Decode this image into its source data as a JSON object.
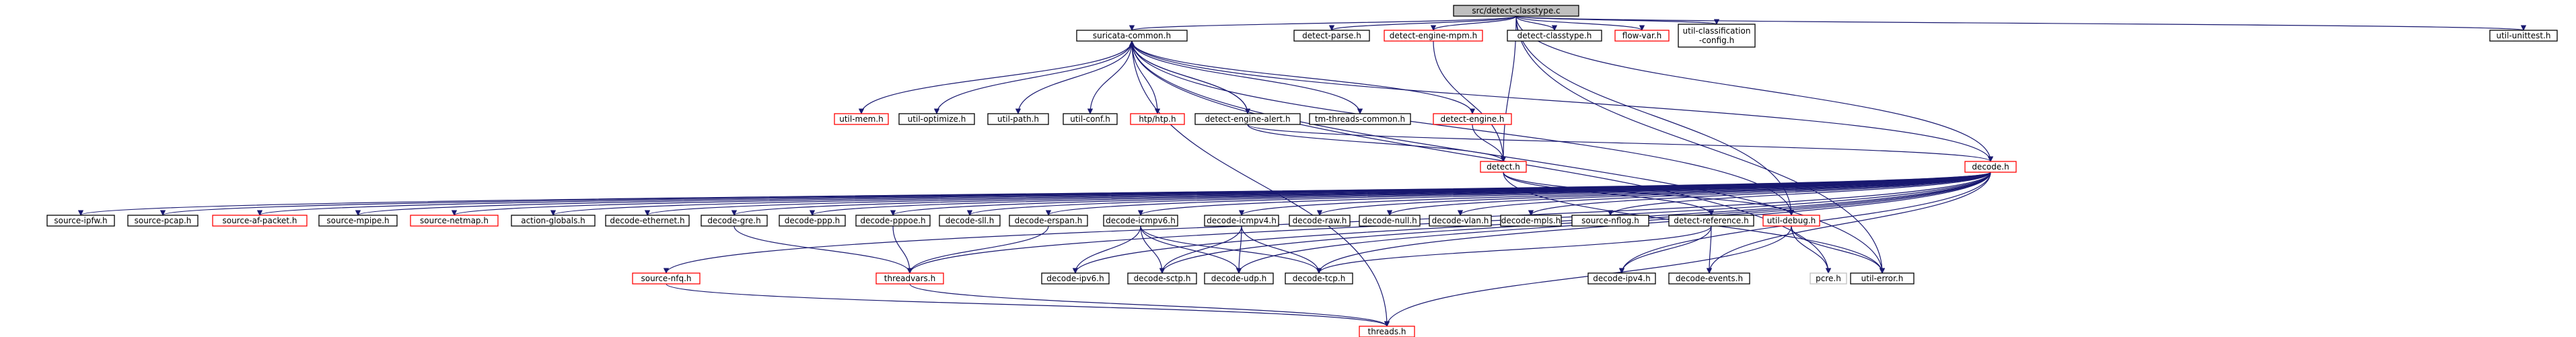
{
  "diagram": {
    "colors": {
      "edge": "#191970",
      "node_border": "#000000",
      "node_border_linked": "#ff0000",
      "node_border_external": "#bfbfbf",
      "root_fill": "#bfbfbf",
      "node_fill": "#ffffff"
    },
    "nodes": [
      {
        "id": "root",
        "label": "src/detect-classtype.c",
        "kind": "root"
      },
      {
        "id": "common",
        "label": "suricata-common.h",
        "kind": "normal"
      },
      {
        "id": "parse",
        "label": "detect-parse.h",
        "kind": "normal"
      },
      {
        "id": "mpm",
        "label": "detect-engine-mpm.h",
        "kind": "linked"
      },
      {
        "id": "classtype",
        "label": "detect-classtype.h",
        "kind": "normal"
      },
      {
        "id": "flowvar",
        "label": "flow-var.h",
        "kind": "linked"
      },
      {
        "id": "classcfg",
        "label": "util-classification-config.h",
        "kind": "normal"
      },
      {
        "id": "unittest",
        "label": "util-unittest.h",
        "kind": "normal"
      },
      {
        "id": "mem",
        "label": "util-mem.h",
        "kind": "linked"
      },
      {
        "id": "optimize",
        "label": "util-optimize.h",
        "kind": "normal"
      },
      {
        "id": "path",
        "label": "util-path.h",
        "kind": "normal"
      },
      {
        "id": "conf",
        "label": "util-conf.h",
        "kind": "normal"
      },
      {
        "id": "htp",
        "label": "htp/htp.h",
        "kind": "linked"
      },
      {
        "id": "alert",
        "label": "detect-engine-alert.h",
        "kind": "normal"
      },
      {
        "id": "tmthreads",
        "label": "tm-threads-common.h",
        "kind": "normal"
      },
      {
        "id": "engine",
        "label": "detect-engine.h",
        "kind": "linked"
      },
      {
        "id": "decode",
        "label": "decode.h",
        "kind": "linked"
      },
      {
        "id": "detect",
        "label": "detect.h",
        "kind": "linked"
      },
      {
        "id": "ipfw",
        "label": "source-ipfw.h",
        "kind": "normal"
      },
      {
        "id": "pcap",
        "label": "source-pcap.h",
        "kind": "normal"
      },
      {
        "id": "afpacket",
        "label": "source-af-packet.h",
        "kind": "linked"
      },
      {
        "id": "mpipe",
        "label": "source-mpipe.h",
        "kind": "normal"
      },
      {
        "id": "netmap",
        "label": "source-netmap.h",
        "kind": "linked"
      },
      {
        "id": "actglob",
        "label": "action-globals.h",
        "kind": "normal"
      },
      {
        "id": "eth",
        "label": "decode-ethernet.h",
        "kind": "normal"
      },
      {
        "id": "gre",
        "label": "decode-gre.h",
        "kind": "normal"
      },
      {
        "id": "ppp",
        "label": "decode-ppp.h",
        "kind": "normal"
      },
      {
        "id": "pppoe",
        "label": "decode-pppoe.h",
        "kind": "normal"
      },
      {
        "id": "sll",
        "label": "decode-sll.h",
        "kind": "normal"
      },
      {
        "id": "erspan",
        "label": "decode-erspan.h",
        "kind": "normal"
      },
      {
        "id": "icmpv6",
        "label": "decode-icmpv6.h",
        "kind": "normal"
      },
      {
        "id": "icmpv4",
        "label": "decode-icmpv4.h",
        "kind": "normal"
      },
      {
        "id": "raw",
        "label": "decode-raw.h",
        "kind": "normal"
      },
      {
        "id": "null",
        "label": "decode-null.h",
        "kind": "normal"
      },
      {
        "id": "vlan",
        "label": "decode-vlan.h",
        "kind": "normal"
      },
      {
        "id": "mpls",
        "label": "decode-mpls.h",
        "kind": "normal"
      },
      {
        "id": "nflog",
        "label": "source-nflog.h",
        "kind": "normal"
      },
      {
        "id": "reference",
        "label": "detect-reference.h",
        "kind": "normal"
      },
      {
        "id": "debug",
        "label": "util-debug.h",
        "kind": "linked"
      },
      {
        "id": "ipv6",
        "label": "decode-ipv6.h",
        "kind": "normal"
      },
      {
        "id": "sctp",
        "label": "decode-sctp.h",
        "kind": "normal"
      },
      {
        "id": "udp",
        "label": "decode-udp.h",
        "kind": "normal"
      },
      {
        "id": "tcp",
        "label": "decode-tcp.h",
        "kind": "normal"
      },
      {
        "id": "ipv4",
        "label": "decode-ipv4.h",
        "kind": "normal"
      },
      {
        "id": "events",
        "label": "decode-events.h",
        "kind": "normal"
      },
      {
        "id": "pcre",
        "label": "pcre.h",
        "kind": "external"
      },
      {
        "id": "error",
        "label": "util-error.h",
        "kind": "normal"
      },
      {
        "id": "threadvars",
        "label": "threadvars.h",
        "kind": "linked"
      },
      {
        "id": "nfq",
        "label": "source-nfq.h",
        "kind": "linked"
      },
      {
        "id": "threads",
        "label": "threads.h",
        "kind": "linked"
      }
    ],
    "edges": [
      [
        "root",
        "common"
      ],
      [
        "root",
        "parse"
      ],
      [
        "root",
        "mpm"
      ],
      [
        "root",
        "classtype"
      ],
      [
        "root",
        "flowvar"
      ],
      [
        "root",
        "classcfg"
      ],
      [
        "root",
        "unittest"
      ],
      [
        "root",
        "decode"
      ],
      [
        "root",
        "detect"
      ],
      [
        "root",
        "debug"
      ],
      [
        "root",
        "error"
      ],
      [
        "common",
        "mem"
      ],
      [
        "common",
        "optimize"
      ],
      [
        "common",
        "path"
      ],
      [
        "common",
        "conf"
      ],
      [
        "common",
        "htp"
      ],
      [
        "common",
        "alert"
      ],
      [
        "common",
        "tmthreads"
      ],
      [
        "common",
        "engine"
      ],
      [
        "common",
        "pcre"
      ],
      [
        "common",
        "error"
      ],
      [
        "common",
        "threads"
      ],
      [
        "common",
        "debug"
      ],
      [
        "mpm",
        "detect"
      ],
      [
        "alert",
        "decode"
      ],
      [
        "alert",
        "common"
      ],
      [
        "alert",
        "detect"
      ],
      [
        "engine",
        "detect"
      ],
      [
        "detect",
        "reference"
      ],
      [
        "detect",
        "debug"
      ],
      [
        "detect",
        "error"
      ],
      [
        "decode",
        "common"
      ],
      [
        "decode",
        "ipfw"
      ],
      [
        "decode",
        "pcap"
      ],
      [
        "decode",
        "afpacket"
      ],
      [
        "decode",
        "mpipe"
      ],
      [
        "decode",
        "netmap"
      ],
      [
        "decode",
        "actglob"
      ],
      [
        "decode",
        "eth"
      ],
      [
        "decode",
        "gre"
      ],
      [
        "decode",
        "ppp"
      ],
      [
        "decode",
        "pppoe"
      ],
      [
        "decode",
        "sll"
      ],
      [
        "decode",
        "erspan"
      ],
      [
        "decode",
        "icmpv6"
      ],
      [
        "decode",
        "icmpv4"
      ],
      [
        "decode",
        "raw"
      ],
      [
        "decode",
        "null"
      ],
      [
        "decode",
        "vlan"
      ],
      [
        "decode",
        "mpls"
      ],
      [
        "decode",
        "nflog"
      ],
      [
        "decode",
        "ipv6"
      ],
      [
        "decode",
        "sctp"
      ],
      [
        "decode",
        "udp"
      ],
      [
        "decode",
        "tcp"
      ],
      [
        "decode",
        "ipv4"
      ],
      [
        "decode",
        "events"
      ],
      [
        "decode",
        "threadvars"
      ],
      [
        "decode",
        "nfq"
      ],
      [
        "gre",
        "threadvars"
      ],
      [
        "pppoe",
        "threadvars"
      ],
      [
        "erspan",
        "threadvars"
      ],
      [
        "icmpv6",
        "ipv6"
      ],
      [
        "icmpv6",
        "sctp"
      ],
      [
        "icmpv6",
        "udp"
      ],
      [
        "icmpv6",
        "tcp"
      ],
      [
        "icmpv4",
        "sctp"
      ],
      [
        "icmpv4",
        "udp"
      ],
      [
        "icmpv4",
        "tcp"
      ],
      [
        "reference",
        "ipv4"
      ],
      [
        "reference",
        "events"
      ],
      [
        "reference",
        "tcp"
      ],
      [
        "debug",
        "pcre"
      ],
      [
        "debug",
        "error"
      ],
      [
        "debug",
        "threads"
      ],
      [
        "threadvars",
        "threads"
      ],
      [
        "nfq",
        "threads"
      ]
    ]
  }
}
